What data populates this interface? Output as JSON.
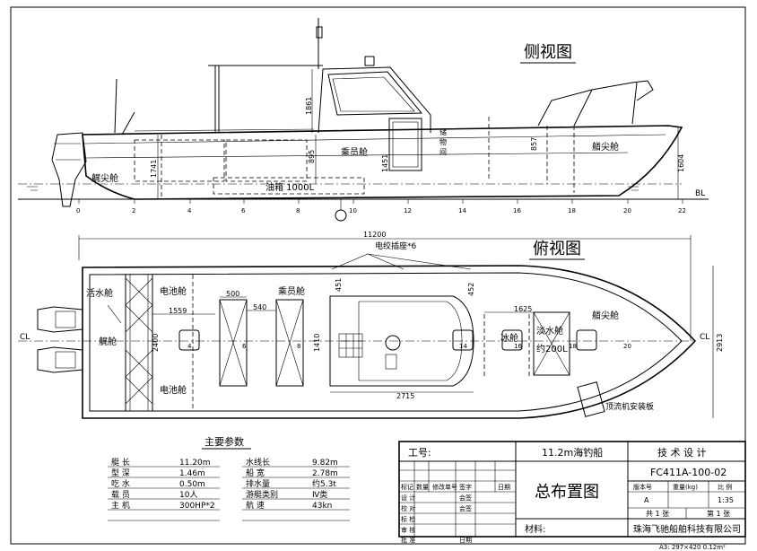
{
  "side_view": {
    "title": "侧视图",
    "labels": {
      "tail_cabin": "艉尖舱",
      "fuel_tank": "油箱 1000L",
      "passenger_cabin": "乘员舱",
      "storage": "储\n物\n间",
      "bow_cabin": "艏尖舱",
      "bl": "BL"
    },
    "dims": {
      "h1861": "1861",
      "h895": "895",
      "h1741": "1741",
      "h1451": "1451",
      "h857": "857",
      "h1604": "1604"
    },
    "stations": [
      "0",
      "2",
      "4",
      "6",
      "8",
      "10",
      "12",
      "14",
      "16",
      "18",
      "20",
      "22"
    ]
  },
  "top_view": {
    "title": "俯视图",
    "labels": {
      "socket": "电绞插座*6",
      "live_well": "活水舱",
      "battery_top": "电池舱",
      "battery_bottom": "电池舱",
      "stern": "艉舱",
      "passenger_cabin": "乘员舱",
      "ice_cabin": "冰舱",
      "fresh_water": "淡水舱",
      "fresh_water_cap": "约200L",
      "bow_cabin": "艏尖舱",
      "thruster": "顶流机安装板",
      "cl_left": "CL",
      "cl_right": "CL"
    },
    "dims": {
      "length": "11200",
      "d500": "500",
      "d540": "540",
      "d1559": "1559",
      "d451": "451",
      "d452": "452",
      "d1625": "1625",
      "d2715": "2715",
      "d1410": "1410",
      "d2913": "2913",
      "d2400": "2400"
    },
    "stations": [
      "4",
      "6",
      "8",
      "14",
      "16",
      "18",
      "20"
    ]
  },
  "params": {
    "title": "主要参数",
    "left": [
      {
        "k": "艇 长",
        "v": "11.20m"
      },
      {
        "k": "型 深",
        "v": "1.46m"
      },
      {
        "k": "吃 水",
        "v": "0.50m"
      },
      {
        "k": "载 员",
        "v": "10人"
      },
      {
        "k": "主 机",
        "v": "300HP*2"
      }
    ],
    "right": [
      {
        "k": "水线长",
        "v": "9.82m"
      },
      {
        "k": "船 宽",
        "v": "2.78m"
      },
      {
        "k": "排水量",
        "v": "约5.3t"
      },
      {
        "k": "游艇类别",
        "v": "Ⅳ类"
      },
      {
        "k": "航 速",
        "v": "43kn"
      }
    ]
  },
  "title_block": {
    "project_label": "工号:",
    "boat_name": "11.2m海钓船",
    "design_stage": "技 术 设 计",
    "drawing_no": "FC411A-100-02",
    "drawing_name": "总布置图",
    "version_label": "版本号",
    "weight_label": "重量(kg)",
    "scale_label": "比 例",
    "version_val": "A",
    "scale_val": "1:35",
    "sheets_total": "共 1 张",
    "sheet_no": "第 1 张",
    "material_label": "材料:",
    "company": "珠海飞驰船舶科技有限公司",
    "paper": "A3: 297×420 0.12m²",
    "rev_headers": [
      "标记",
      "数量",
      "修改单号",
      "签字",
      "日期"
    ],
    "roles": [
      "设 计",
      "校 对",
      "标 检",
      "审 核",
      "批 准"
    ],
    "sign_labels": [
      "会签",
      "会签",
      "日期"
    ]
  }
}
